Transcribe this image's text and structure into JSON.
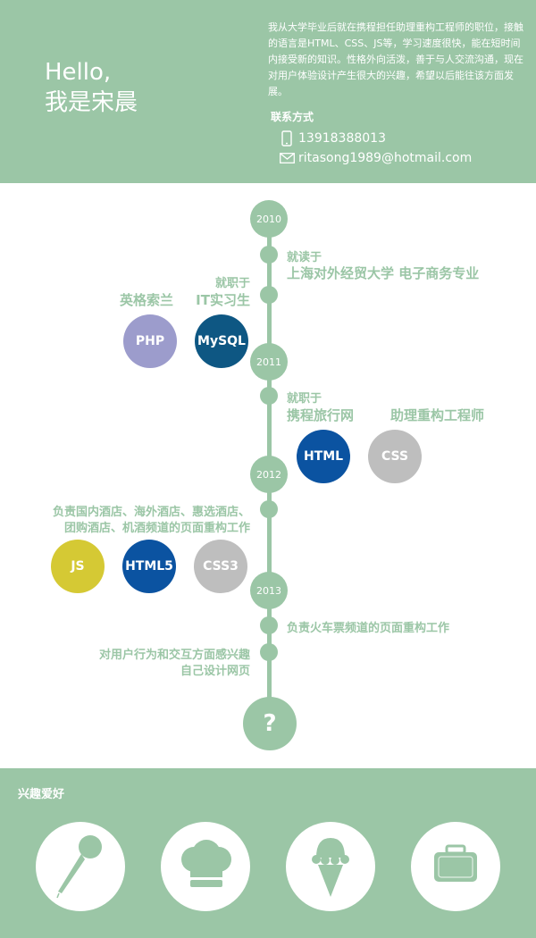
{
  "header": {
    "hello": "Hello,",
    "name": "我是宋晨",
    "intro": "我从大学毕业后就在携程担任助理重构工程师的职位，接触的语言是HTML、CSS、JS等，学习速度很快，能在短时间内接受新的知识。性格外向活泼，善于与人交流沟通，现在对用户体验设计产生很大的兴趣，希望以后能往该方面发展。",
    "contact_title": "联系方式",
    "phone": "13918388013",
    "email": "ritasong1989@hotmail.com"
  },
  "timeline": {
    "years": [
      "2010",
      "2011",
      "2012",
      "2013"
    ],
    "e1_line1": "就读于",
    "e1_line2": "上海对外经贸大学  电子商务专业",
    "e2_company": "英格索兰",
    "e2_line1": "就职于",
    "e2_line2": "IT实习生",
    "e3_line1": "就职于",
    "e3_company": "携程旅行网",
    "e3_role": "助理重构工程师",
    "e4_line1": "负责国内酒店、海外酒店、惠选酒店、",
    "e4_line2": "团购酒店、机酒频道的页面重构工作",
    "e5": "负责火车票频道的页面重构工作",
    "e6_line1": "对用户行为和交互方面感兴趣",
    "e6_line2": "自己设计网页",
    "question": "?"
  },
  "skills": {
    "php": "PHP",
    "mysql": "MySQL",
    "html": "HTML",
    "css": "CSS",
    "js": "JS",
    "html5": "HTML5",
    "css3": "CSS3"
  },
  "hobbies": {
    "title": "兴趣爱好",
    "icons": [
      "microphone-icon",
      "chef-hat-icon",
      "ice-cream-icon",
      "suitcase-icon"
    ]
  },
  "colors": {
    "green": "#9bc6a6",
    "php": "#9c9ccc",
    "mysql": "#0e5783",
    "html": "#0b53a1",
    "css_gray": "#bebebe",
    "js": "#d5c934",
    "html5": "#0b53a1"
  }
}
